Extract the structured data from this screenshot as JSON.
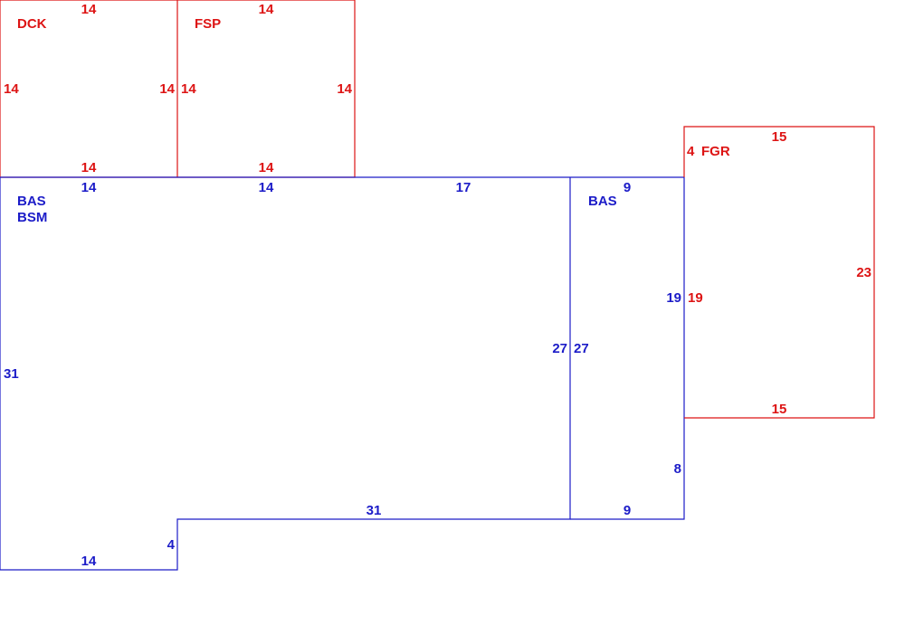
{
  "colors": {
    "blue": "#1c1cc8",
    "red": "#dd1414",
    "background": "#ffffff"
  },
  "areas": [
    {
      "color": "red",
      "names": [
        "DCK"
      ],
      "dims": [
        "14",
        "14",
        "14",
        "14"
      ]
    },
    {
      "color": "red",
      "names": [
        "FSP"
      ],
      "dims": [
        "14",
        "14",
        "14",
        "14"
      ]
    },
    {
      "color": "blue",
      "names": [
        "BAS",
        "BSM"
      ],
      "dims": [
        "14",
        "14",
        "17",
        "27",
        "31",
        "4",
        "14",
        "31"
      ]
    },
    {
      "color": "blue",
      "names": [
        "BAS"
      ],
      "dims": [
        "9",
        "27",
        "19",
        "8",
        "9"
      ]
    },
    {
      "color": "red",
      "names": [
        "FGR"
      ],
      "dims": [
        "4",
        "15",
        "23",
        "15",
        "19"
      ]
    }
  ]
}
